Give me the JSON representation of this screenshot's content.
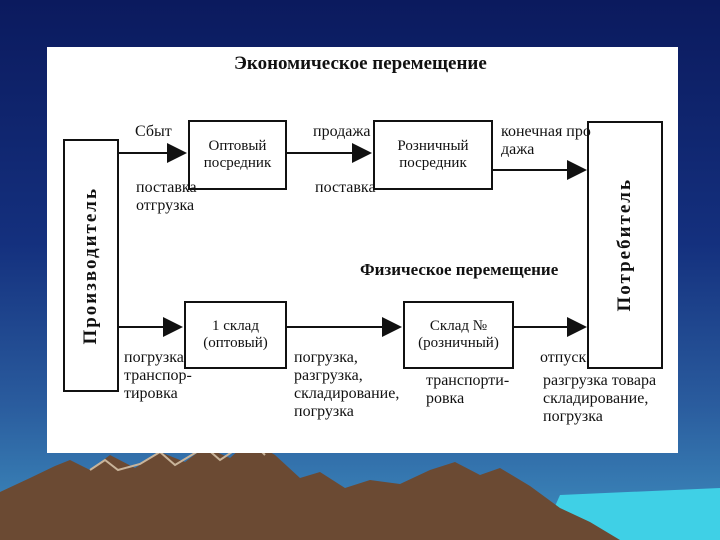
{
  "colors": {
    "background_top": "#0b1a5e",
    "background_bottom": "#3f8fbf",
    "mountains": "#6b4a33",
    "slide": "#ffffff",
    "ink": "#111111"
  },
  "diagram": {
    "title": "Экономическое перемещение",
    "subtitle": "Физическое перемещение",
    "producer": "Производитель",
    "consumer": "Потребитель",
    "economic": {
      "wholesale_box": "Оптовый\nпосредник",
      "retail_box": "Розничный\nпосредник",
      "label_sbyt": "Сбыт",
      "label_prodazha": "продажа",
      "label_konechnaya": "конечная про\n          дажа",
      "label_postavka_otgruzka": "поставка\nотгрузка",
      "label_postavka": "поставка"
    },
    "physical": {
      "warehouse1_box": "1 склад\n(оптовый)",
      "warehouse_n_box": "Склад №\n(розничный)",
      "label_pogruzka_transport": "погрузка\nтранспор-\nтировка",
      "label_middle": "погрузка,\nразгрузка,\nскладирование,\nпогрузка",
      "label_transport": "транспорти-\nровка",
      "label_otpusk": "отпуск",
      "label_right": "разгрузка  товара\nскладирование,\n   погрузка"
    }
  }
}
